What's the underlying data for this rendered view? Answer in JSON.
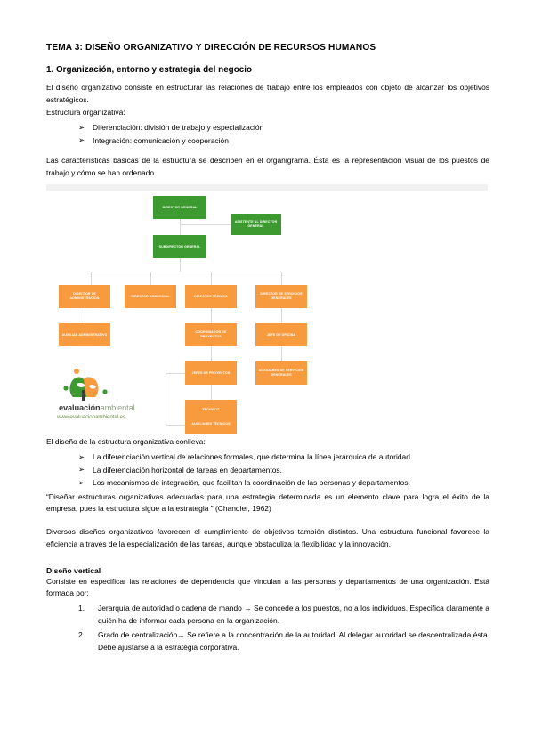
{
  "document": {
    "title": "TEMA 3: DISEÑO ORGANIZATIVO Y DIRECCIÓN DE RECURSOS HUMANOS",
    "section1_title": "1. Organización, entorno y estrategia del negocio",
    "para1": "El diseño organizativo consiste en estructurar las relaciones de trabajo entre los empleados con objeto de alcanzar los objetivos estratégicos.",
    "estructura_lead": "Estructura organizativa:",
    "estructura_items": [
      "Diferenciación: división de trabajo y especialización",
      "Integración: comunicación y cooperación"
    ],
    "para2": "Las características básicas de la estructura se describen en el organigrama. Ésta es la representación visual de los puestos de trabajo y cómo se han ordenado.",
    "conlleva_lead": "El diseño de la estructura organizativa conlleva:",
    "conlleva_items": [
      "La diferenciación vertical de relaciones formales, que determina la línea jerárquica de autoridad.",
      "La diferenciación horizontal de tareas en departamentos.",
      "Los mecanismos de integración, que facilitan la coordinación de las personas y departamentos."
    ],
    "quote": "“Diseñar estructuras organizativas adecuadas para una estrategia determinada es un elemento clave para logra el éxito de la empresa, pues la estructura sigue a la estrategia ” (Chandler, 1962)",
    "para3": "Diversos diseños organizativos favorecen el cumplimiento de objetivos también distintos. Una estructura funcional favorece la eficiencia a través de la especialización de las tareas, aunque obstaculiza la flexibilidad y la innovación.",
    "diseno_vertical_title": "Diseño vertical",
    "diseno_vertical_intro": "Consiste en especificar las relaciones de dependencia que vinculan a las personas y departamentos de una organización. Está formada por:",
    "diseno_vertical_items": [
      "Jerarquía de autoridad o cadena de mando → Se concede a los puestos, no a los individuos. Especifica claramente a quién ha de informar cada persona en la organización.",
      "Grado de centralización→ Se refiere a la concentración de la autoridad. Al delegar autoridad se descentralizada ésta. Debe ajustarse a la estrategia corporativa."
    ],
    "bullet_marker": "➢"
  },
  "organigrama": {
    "colors": {
      "green": "#3c9a30",
      "orange": "#f89b3f",
      "connector": "#d9d9d9",
      "band": "#f1f1f1"
    },
    "nodes": {
      "director_general": "DIRECTOR GENERAL",
      "asistente": "ASISTENTE AL DIRECTOR GENERAL",
      "subdirector": "SUBDIRECTOR GENERAL",
      "dir_administracion": "DIRECTOR DE ADMINISTRACIÓN",
      "dir_comercial": "DIRECTOR COMERCIAL",
      "dir_tecnico": "DIRECTOR TÉCNICO",
      "dir_servicios": "DIRECTOR DE SERVICIOS GENERALES",
      "aux_administrativo": "AUXILIAR ADMINISTRATIVO",
      "coord_proyectos": "COORDINADOR DE PROYECTOS",
      "jefe_oficina": "JEFE DE OFICINA",
      "jefes_proyectos": "JEFES DE PROYECTOS",
      "aux_servicios": "AUXILIARES DE SERVICIOS GENERALES",
      "tecnicos": "TÉCNICOS",
      "aux_tecnicos": "AUXILIARES TÉCNICOS"
    },
    "logo": {
      "name_bold": "evaluación",
      "name_light": "ambiental",
      "url": "www.evaluacionambiental.es"
    }
  }
}
